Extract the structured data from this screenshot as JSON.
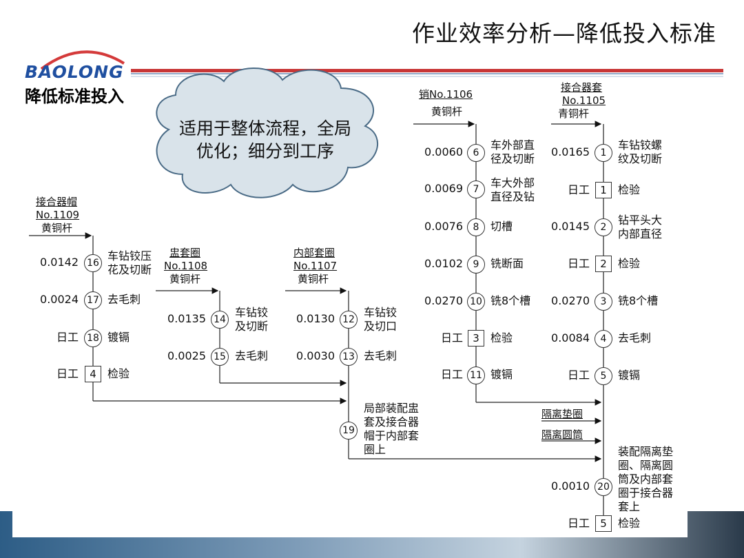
{
  "title": "作业效率分析—降低投入标准",
  "logo": "BAOLONG",
  "subtitle": "降低标准投入",
  "cloud_text_1": "适用于整体流程，全局",
  "cloud_text_2": "优化；细分到工序",
  "parts": {
    "p1109": {
      "name": "接合器帽",
      "no": "No.1109",
      "mat": "黄铜杆"
    },
    "p1108": {
      "name": "盅套圈",
      "no": "No.1108",
      "mat": "黄铜杆"
    },
    "p1107": {
      "name": "内部套圈",
      "no": "No.1107",
      "mat": "黄铜杆"
    },
    "p1106": {
      "name": "销No.1106",
      "mat": "黄铜杆"
    },
    "p1105": {
      "name": "接合器套",
      "no": "No.1105",
      "mat": "青铜杆"
    },
    "spacer": "隔离垫圈",
    "tube": "隔离圆筒"
  },
  "steps": [
    {
      "id": "16",
      "val": "0.0142",
      "l1": "车钻铰压",
      "l2": "花及切断"
    },
    {
      "id": "17",
      "val": "0.0024",
      "l1": "去毛刺",
      "l2": ""
    },
    {
      "id": "18",
      "val": "日工",
      "l1": "镀镉",
      "l2": ""
    },
    {
      "id": "4",
      "val": "日工",
      "l1": "检验",
      "l2": ""
    },
    {
      "id": "14",
      "val": "0.0135",
      "l1": "车钻铰",
      "l2": "及切断"
    },
    {
      "id": "15",
      "val": "0.0025",
      "l1": "去毛刺",
      "l2": ""
    },
    {
      "id": "12",
      "val": "0.0130",
      "l1": "车钻铰",
      "l2": "及切口"
    },
    {
      "id": "13",
      "val": "0.0030",
      "l1": "去毛刺",
      "l2": ""
    },
    {
      "id": "19",
      "val": "",
      "l1": "局部装配盅",
      "l2": "套及接合器",
      "l3": "帽于内部套",
      "l4": "圈上"
    },
    {
      "id": "6",
      "val": "0.0060",
      "l1": "车外部直",
      "l2": "径及切断"
    },
    {
      "id": "7",
      "val": "0.0069",
      "l1": "车大外部",
      "l2": "直径及钻"
    },
    {
      "id": "8",
      "val": "0.0076",
      "l1": "切槽",
      "l2": ""
    },
    {
      "id": "9",
      "val": "0.0102",
      "l1": "铣断面",
      "l2": ""
    },
    {
      "id": "10",
      "val": "0.0270",
      "l1": "铣8个槽",
      "l2": ""
    },
    {
      "id": "3",
      "val": "日工",
      "l1": "检验",
      "l2": ""
    },
    {
      "id": "11",
      "val": "日工",
      "l1": "镀镉",
      "l2": ""
    },
    {
      "id": "1",
      "val": "0.0165",
      "l1": "车钻铰螺",
      "l2": "纹及切断"
    },
    {
      "id": "1",
      "val": "日工",
      "l1": "检验",
      "l2": ""
    },
    {
      "id": "2",
      "val": "0.0145",
      "l1": "钻平头大",
      "l2": "内部直径"
    },
    {
      "id": "2",
      "val": "日工",
      "l1": "检验",
      "l2": ""
    },
    {
      "id": "3",
      "val": "0.0270",
      "l1": "铣8个槽",
      "l2": ""
    },
    {
      "id": "4",
      "val": "0.0084",
      "l1": "去毛刺",
      "l2": ""
    },
    {
      "id": "5",
      "val": "日工",
      "l1": "镀镉",
      "l2": ""
    },
    {
      "id": "20",
      "val": "0.0010",
      "l1": "装配隔离垫",
      "l2": "圈、隔离圆",
      "l3": "筒及内部套",
      "l4": "圈于接合器",
      "l5": "套上"
    },
    {
      "id": "5",
      "val": "日工",
      "l1": "检验",
      "l2": ""
    }
  ]
}
